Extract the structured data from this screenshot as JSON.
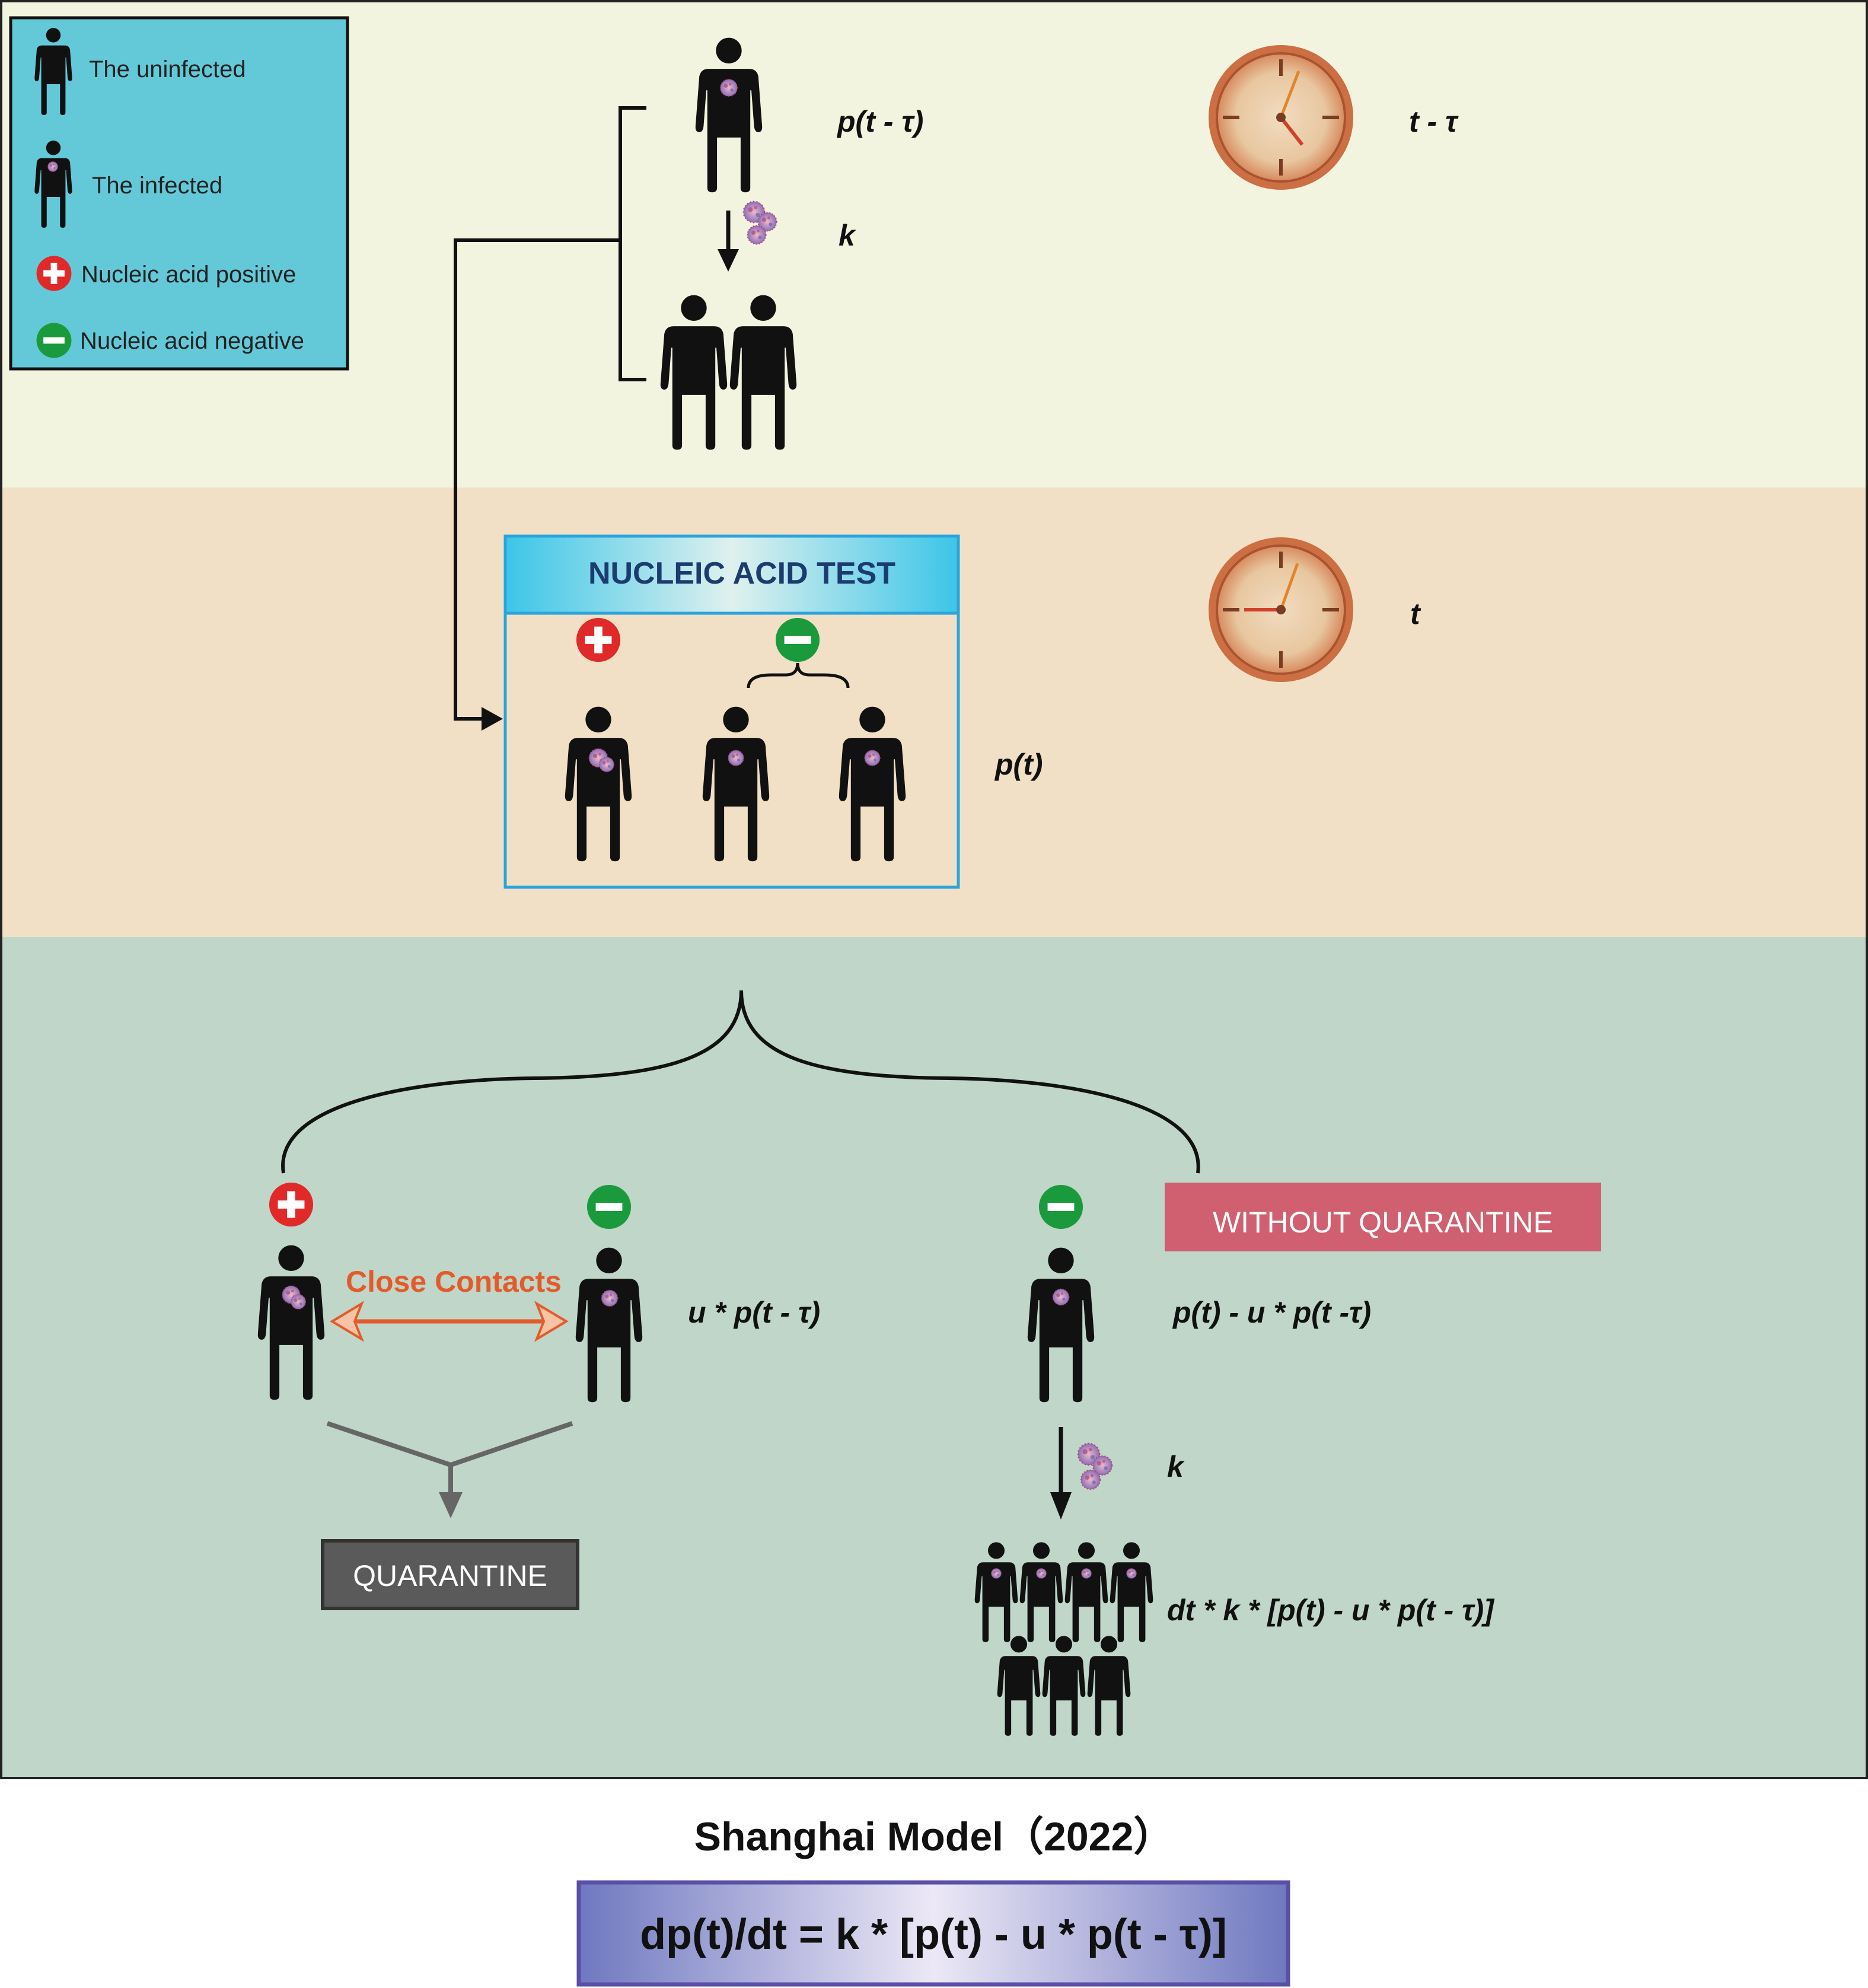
{
  "legend": {
    "uninfected": "The uninfected",
    "infected": "The infected",
    "positive": "Nucleic acid positive",
    "negative": "Nucleic acid negative"
  },
  "top": {
    "p_label": "p(t - τ)",
    "k_label": "k",
    "time_label": "t - τ"
  },
  "middle": {
    "test_title": "NUCLEIC ACID TEST",
    "p_label": "p(t)",
    "time_label": "t"
  },
  "bottom": {
    "close_contacts": "Close Contacts",
    "u_label": "u * p(t - τ)",
    "without_quarantine": "WITHOUT QUARANTINE",
    "remainder_label": "p(t) - u * p(t -τ)",
    "k_label": "k",
    "growth_label": "dt * k * [p(t) - u * p(t - τ)]",
    "quarantine": "QUARANTINE"
  },
  "footer": {
    "title": "Shanghai Model（2022）",
    "formula": "dp(t)/dt = k * [p(t) - u * p(t - τ)]"
  },
  "colors": {
    "band_top": "#f3f4df",
    "band_middle": "#f1e0c6",
    "band_bottom": "#bfd6c8",
    "legend_bg": "#63c9d8",
    "positive": "#e02a2a",
    "negative": "#1a9a3c",
    "test_border": "#2aa4dd",
    "close_contacts": "#e35b2a",
    "without_quarantine": "#d0606f",
    "quarantine": "#5a5a5a"
  }
}
